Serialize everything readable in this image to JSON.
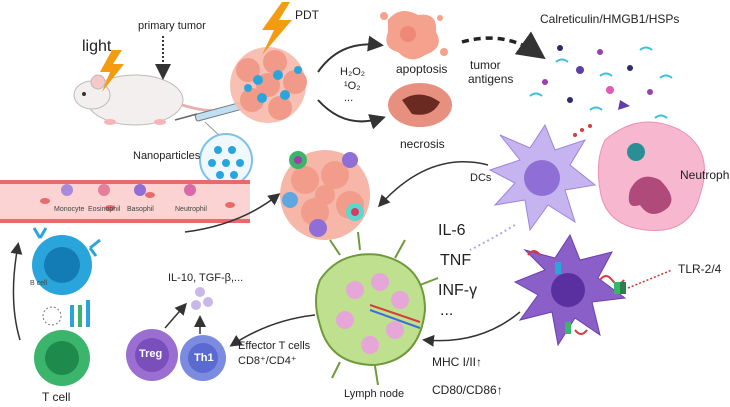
{
  "labels": {
    "light": "light",
    "primary_tumor": "primary tumor",
    "pdt": "PDT",
    "nanoparticles": "Nanoparticles",
    "h2o2": "H₂O₂",
    "singlet_o2": "¹O₂",
    "ellipsis_ros": "...",
    "apoptosis": "apoptosis",
    "necrosis": "necrosis",
    "tumor_antigens_1": "tumor",
    "tumor_antigens_2": "antigens",
    "damps": "Calreticulin/HMGB1/HSPs",
    "neutrophil": "Neutrophil",
    "dcs": "DCs",
    "tlr": "TLR-2/4",
    "il6": "IL-6",
    "tnf": "TNF",
    "infg": "INF-γ",
    "ellipsis_cyt": "...",
    "mhc": "MHC I/II↑",
    "cd80": "CD80/CD86↑",
    "lymph_node": "Lymph node",
    "effector_1": "Effector T cells",
    "effector_2": "CD8⁺/CD4⁺",
    "treg": "Treg",
    "th1": "Th1",
    "suppressive": "IL-10, TGF-β,...",
    "b_cell": "B cell",
    "t_cell": "T cell",
    "monocyte": "Monocyte",
    "eosinophil": "Eosinophil",
    "basophil": "Basophil",
    "neutrophil_small": "Neutrophil"
  },
  "colors": {
    "tumor": "#f4a99a",
    "dc": "#b9a4e8",
    "bcell": "#2aa5dc",
    "tcell": "#3bb56c",
    "treg": "#9b6fd1",
    "th1": "#7b8be0",
    "neutrophil": "#f2a7c4",
    "lightning": "#f39c12",
    "lymph": "#8fb85a"
  }
}
